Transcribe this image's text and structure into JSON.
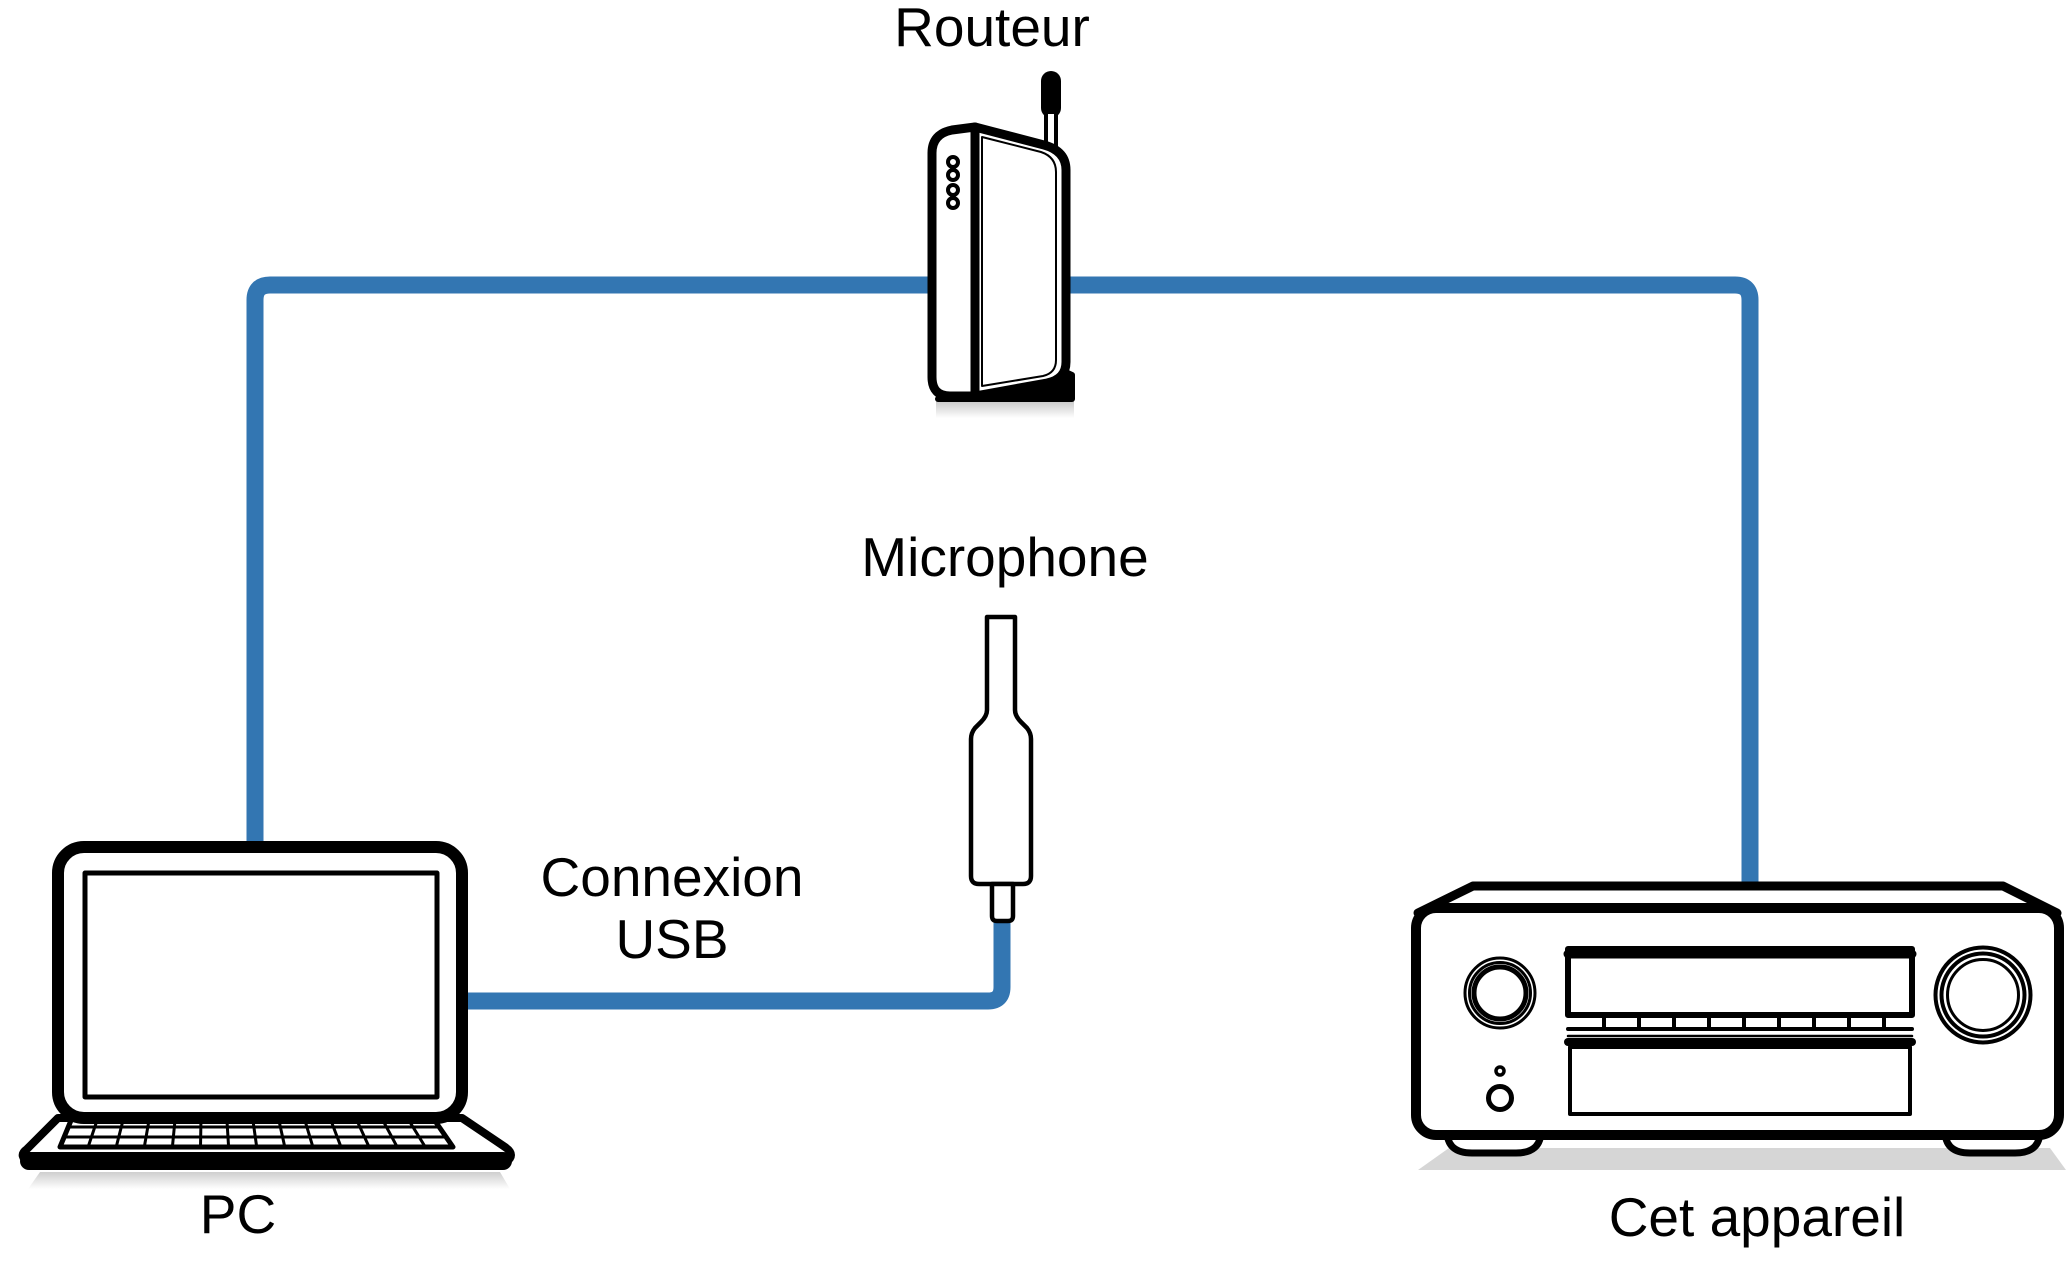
{
  "colors": {
    "cable": "#3376b2"
  },
  "labels": {
    "router": "Routeur",
    "microphone": "Microphone",
    "usb_line1": "Connexion",
    "usb_line2": "USB",
    "pc": "PC",
    "this_device": "Cet appareil"
  },
  "diagram": {
    "type": "connection-diagram",
    "devices": [
      {
        "name": "router",
        "label": "Routeur"
      },
      {
        "name": "pc",
        "label": "PC"
      },
      {
        "name": "microphone",
        "label": "Microphone"
      },
      {
        "name": "av-receiver",
        "label": "Cet appareil"
      }
    ],
    "connections": [
      {
        "from": "pc",
        "to": "router",
        "style": "blue-cable"
      },
      {
        "from": "router",
        "to": "av-receiver",
        "style": "blue-cable"
      },
      {
        "from": "microphone",
        "to": "pc",
        "style": "blue-cable",
        "label": "Connexion USB"
      }
    ]
  }
}
